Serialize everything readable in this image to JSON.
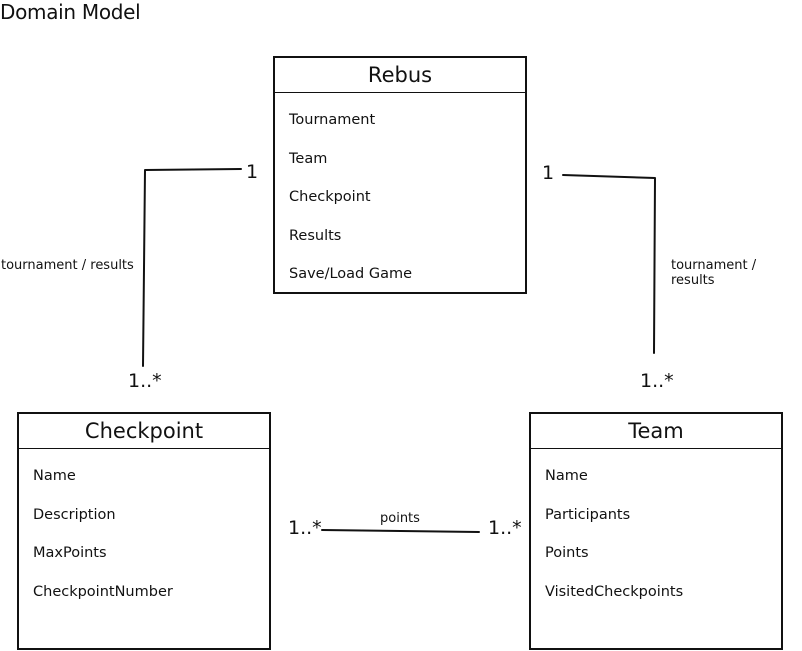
{
  "title": "Domain Model",
  "classes": {
    "rebus": {
      "name": "Rebus",
      "attributes": [
        "Tournament",
        "Team",
        "Checkpoint",
        "Results",
        "Save/Load Game"
      ]
    },
    "checkpoint": {
      "name": "Checkpoint",
      "attributes": [
        "Name",
        "Description",
        "MaxPoints",
        "CheckpointNumber"
      ]
    },
    "team": {
      "name": "Team",
      "attributes": [
        "Name",
        "Participants",
        "Points",
        "VisitedCheckpoints"
      ]
    }
  },
  "associations": {
    "rebus_checkpoint": {
      "label": "tournament / results",
      "source_mult": "1",
      "target_mult": "1..*"
    },
    "rebus_team": {
      "label": "tournament / results",
      "source_mult": "1",
      "target_mult": "1..*"
    },
    "checkpoint_team": {
      "label": "points",
      "source_mult": "1..*",
      "target_mult": "1..*"
    }
  }
}
